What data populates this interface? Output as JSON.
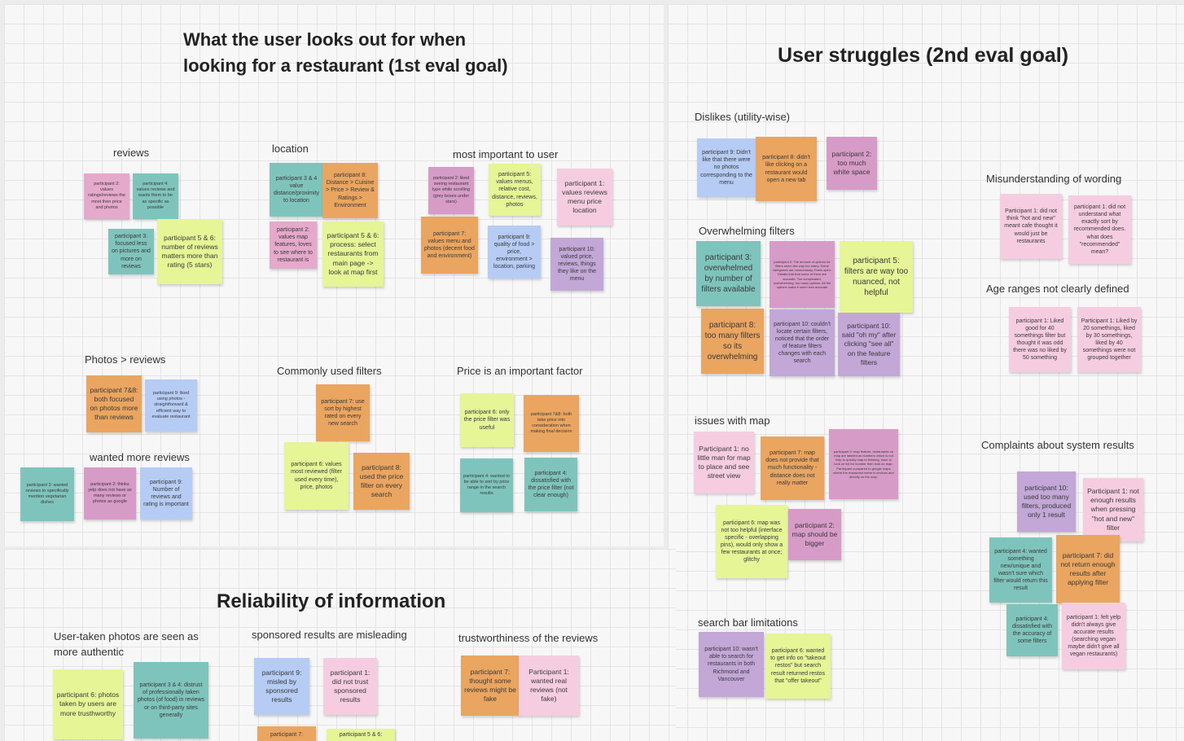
{
  "sections": {
    "eval1": {
      "title_line1": "What the user looks out for when",
      "title_line2": "looking for a restaurant (1st eval goal)",
      "reviews": "reviews",
      "location": "location",
      "most_important": "most important to user",
      "photos_reviews": "Photos > reviews",
      "common_filters": "Commonly used filters",
      "price_factor": "Price is an important factor",
      "wanted_reviews": "wanted more reviews"
    },
    "eval2": {
      "title": "User struggles (2nd eval goal)",
      "dislikes": "Dislikes (utility-wise)",
      "overwhelming": "Overwhelming filters",
      "map_issues": "issues with map",
      "search_limits": "search bar limitations",
      "wording": "Misunderstanding of wording",
      "age_ranges": "Age ranges not clearly defined",
      "complaints": "Complaints about system results"
    },
    "reliability": {
      "title": "Reliability of information",
      "photos_authentic_1": "User-taken photos are seen as",
      "photos_authentic_2": "more authentic",
      "sponsored": "sponsored results are misleading",
      "trust": "trustworthiness of the reviews"
    }
  },
  "notes": {
    "r1": "participant 2: values ratings/reviews the most then price and photos",
    "r2": "participant 4: values reviews and wants them to be as specific as possible",
    "r3": "participant 3: focused less on pictures and more on reviews",
    "r4": "participant 5 & 6: number of reviews matters more than rating (5 stars)",
    "l1": "participant 3 & 4 value distance/proximity to location",
    "l2": "participant 8: Distance > Cuisine > Price > Review & Ratings > Environment",
    "l3": "participant 2: values map features, loves to see where to restaurant is",
    "l4": "participant 5 & 6: process: select restaurants from main page -> look at map first",
    "m1": "participant 2: liked seeing restaurant type while scrolling (grey boxes under stars)",
    "m2": "participant 5: values menus, relative cost, distance, reviews, photos",
    "m3": "participant 1: values reviews menu price location",
    "m4": "participant 7: values menu and photos (decent food and environment)",
    "m5": "participant 9: quality of food > price, environment > location, parking",
    "m6": "participant 10: valued price, reviews, things they like on the menu",
    "p1": "participant 7&8: both focused on photos more than reviews",
    "p2": "participant 9: liked using photos - straightforward & efficient way to evaluate restaurant",
    "w1": "participant 3: wanted reviews to specifically mention vegetarian dishes",
    "w2": "participant 2: thinks yelp does not have as many reviews or photos as google",
    "w3": "participant 9: Number of reviews and rating is important",
    "c1": "participant 7: use sort by highest rated on every new search",
    "c2": "participant 6: values most reviewed (filter used every time), price, photos",
    "c3": "participant 8: used the price filter on every search",
    "pr1": "participant 6: only the price filter was useful",
    "pr2": "participant 7&8: both take price into consideration when making final decision",
    "pr3": "participant 4: wanted to be able to sort by price range in the search results",
    "pr4": "participant 4: dissatisfied with the price filter (not clear enough)",
    "d1": "participant 9: Didn't like that there were no photos corresponding to the menu",
    "d2": "participant 8: didn't like clicking on a restaurant would open a new tab",
    "d3": "participant 2: too much white space",
    "o1": "participant 3: overwhelmed by number of filters available",
    "o2": "participant 2: The amount of options for filters seem like way too many. Some categories are unnecessary. Feels open. Details that that some of them are accurate. Too complicated, overwhelming, too many options. All the options make it seem less accurate",
    "o3": "participant 5: filters are way too nuanced, not helpful",
    "o4": "participant 8: too many filters so its overwhelming",
    "o5": "participant 10: couldn't locate certain filters, noticed that the order of feature filters changes with each search",
    "o6": "participant 10: said \"oh my\" after clicking \"see all\" on the feature filters",
    "mp1": "Participant 1: no little man for map to place and see street view",
    "mp2": "participant 7: map does not provide that much functionality - distance does not really matter",
    "mp3": "participant 2: map feature, restaurants on map are labeled as numbers which is not help to quickly map to thinking, have to look on list for number then look on map. Participant compared to google maps where the restaurant name is obvious and directly on the map.",
    "mp4": "participant 6: map was not too helpful (interface specific - overlapping pins), would only show a few restaurants at once; glitchy",
    "mp5": "participant 2: map should be bigger",
    "s1": "participant 10: wasn't able to search for restaurants in both Richmond and Vancouver",
    "s2": "participant 6: wanted to get info on \"takeout restos\" but search result returned restos that \"offer takeout\"",
    "wd1": "Participant 1: did not think \"hot and new\" meant cafe thought it would just be restaurants",
    "wd2": "participant 1: did not understand what exactly sort by recommended does. what does \"recommended\" mean?",
    "a1": "participant 1: Liked good for 40 somethings filter but thought it was odd there was no liked by 50 something",
    "a2": "Participant 1: Liked by 20 somethings, liked by 30 somethings, liked by 40 somethings were not grouped together",
    "cp1": "participant 10: used too many filters, produced only 1 result",
    "cp2": "Participant 1: not enough results when pressing \"hot and new\" filter",
    "cp3": "participant 4: wanted something new/unique and wasn't sure which filter would return this result",
    "cp4": "participant 7: did not return enough results after applying filter",
    "cp5": "participant 4: dissatisfied with the accuracy of some filters",
    "cp6": "participant 1: felt yelp didn't always give accurate results (searching vegan maybe didn't give all vegan restaurants)",
    "rl1": "participant 6: photos taken by users are more trusthworthy",
    "rl2": "participant 3 & 4: distrust of professionally taken photos (of food) in reviews or on third-party sites generally",
    "rl3": "participant 9: misled by sponsored results",
    "rl4": "participant 1: did not trust sponsored results",
    "rl5": "participant 7: thought some reviews might be fake",
    "rl6": "Participant 1: wanted real reviews (not fake)",
    "rl7": "participant 7:",
    "rl8": "participant 5 & 6:"
  }
}
